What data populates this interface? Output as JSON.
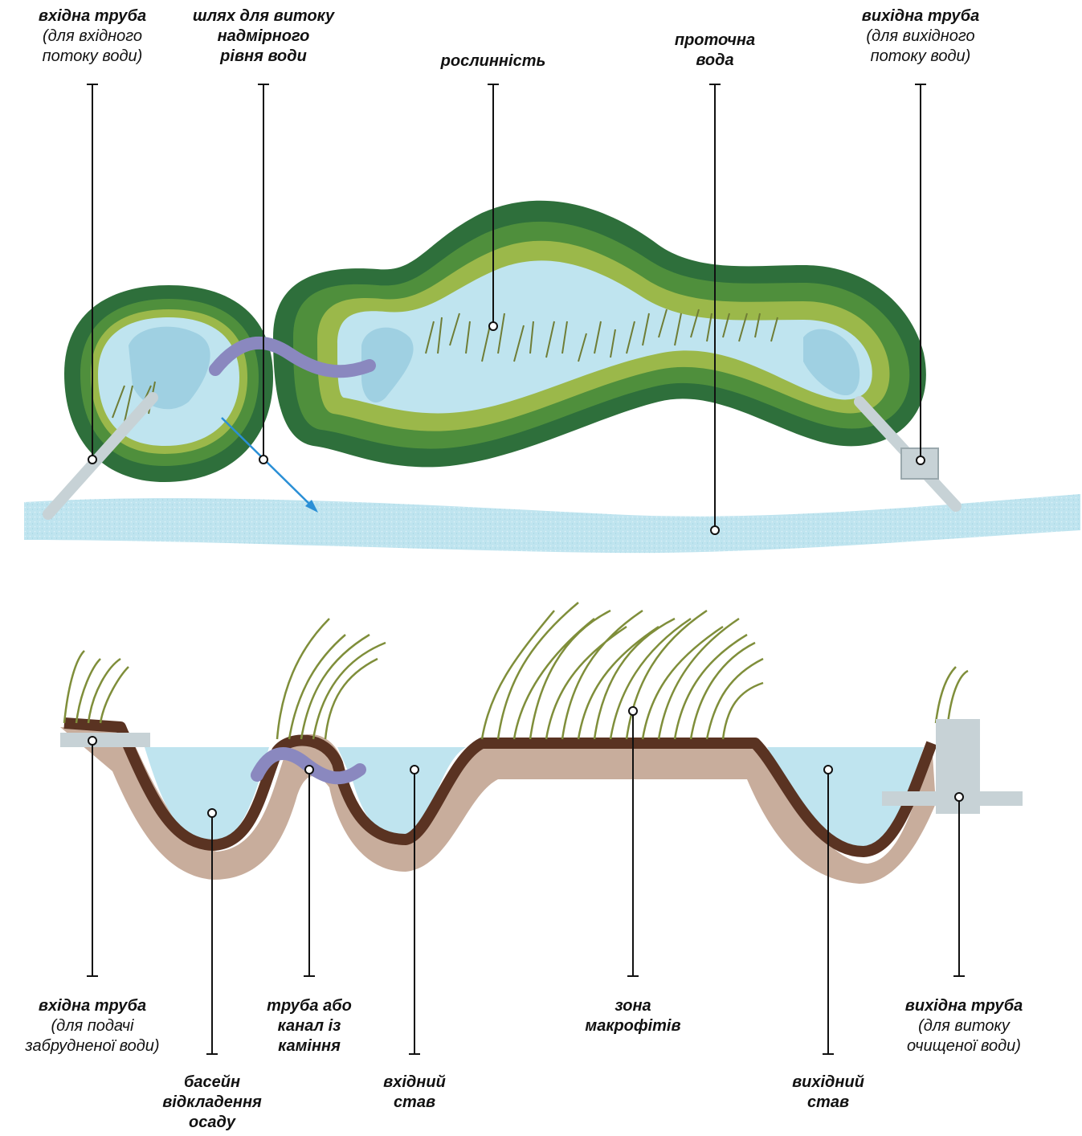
{
  "colors": {
    "water": "#bfe4ef",
    "water_dark": "#9fd0e2",
    "bank_outer": "#2e6f3b",
    "bank_mid": "#4f8f3c",
    "bank_inner": "#9bb84a",
    "soil": "#5a3322",
    "pipe": "#c7d2d6",
    "stone_pipe": "#8a88bf",
    "reed": "#6f7d36",
    "arrow": "#2a8fd6",
    "leader": "#111111"
  },
  "labels": {
    "top_inlet_pipe": {
      "title": "вхідна труба",
      "sub": [
        "(для вхідного",
        "потоку води)"
      ]
    },
    "overflow_path": {
      "title": [
        "шлях для витоку",
        "надмірного",
        "рівня води"
      ]
    },
    "vegetation": {
      "title": "рослинність"
    },
    "flowing_water": {
      "title": [
        "проточна",
        "вода"
      ]
    },
    "top_outlet_pipe": {
      "title": "вихідна труба",
      "sub": [
        "(для вихідного",
        "потоку води)"
      ]
    },
    "bottom_inlet_pipe": {
      "title": "вхідна труба",
      "sub": [
        "(для подачі",
        "забрудненої води)"
      ]
    },
    "sediment_basin": {
      "title": [
        "басейн",
        "відкладення",
        "осаду"
      ]
    },
    "stone_channel": {
      "title": [
        "труба або",
        "канал із",
        "каміння"
      ]
    },
    "inlet_pond": {
      "title": [
        "вхідний",
        "став"
      ]
    },
    "macrophyte_zone": {
      "title": [
        "зона",
        "макрофітів"
      ]
    },
    "outlet_pond": {
      "title": [
        "вихідний",
        "став"
      ]
    },
    "bottom_outlet_pipe": {
      "title": "вихідна труба",
      "sub": [
        "(для витоку",
        "очищеної води)"
      ]
    }
  }
}
